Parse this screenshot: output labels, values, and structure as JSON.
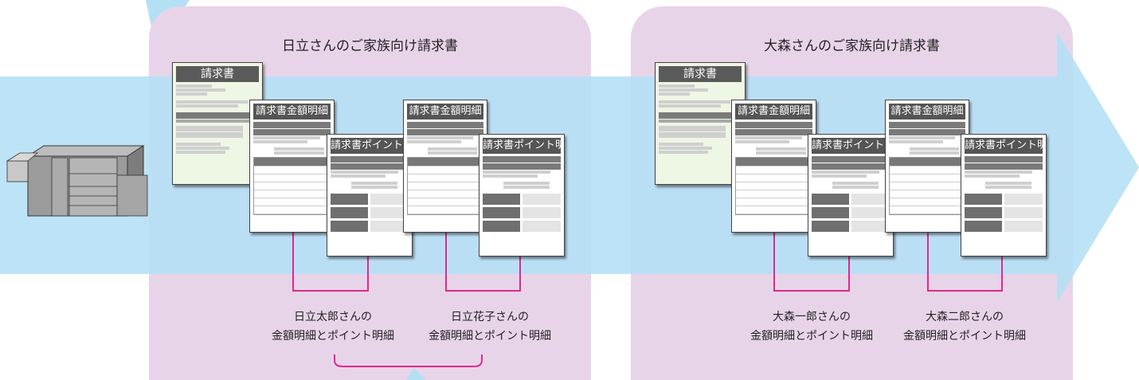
{
  "colors": {
    "panel_bg": "#e8d4e8",
    "arrow_band": "#b3e0f5",
    "connector": "#e0288c",
    "cover_doc_bg": "#eef6e4"
  },
  "printer": {
    "icon": "production-printer-icon"
  },
  "groups": [
    {
      "title": "日立さんのご家族向け請求書",
      "cover_doc_title": "請求書",
      "members": [
        {
          "line1": "日立太郎さんの",
          "line2": "金額明細とポイント明細",
          "amount_doc_title": "請求書金額明細",
          "point_doc_title": "請求書ポイント明細"
        },
        {
          "line1": "日立花子さんの",
          "line2": "金額明細とポイント明細",
          "amount_doc_title": "請求書金額明細",
          "point_doc_title": "請求書ポイント明細"
        }
      ]
    },
    {
      "title": "大森さんのご家族向け請求書",
      "cover_doc_title": "請求書",
      "members": [
        {
          "line1": "大森一郎さんの",
          "line2": "金額明細とポイント明細",
          "amount_doc_title": "請求書金額明細",
          "point_doc_title": "請求書ポイント明細"
        },
        {
          "line1": "大森二郎さんの",
          "line2": "金額明細とポイント明細",
          "amount_doc_title": "請求書金額明細",
          "point_doc_title": "請求書ポイント明細"
        }
      ]
    }
  ]
}
